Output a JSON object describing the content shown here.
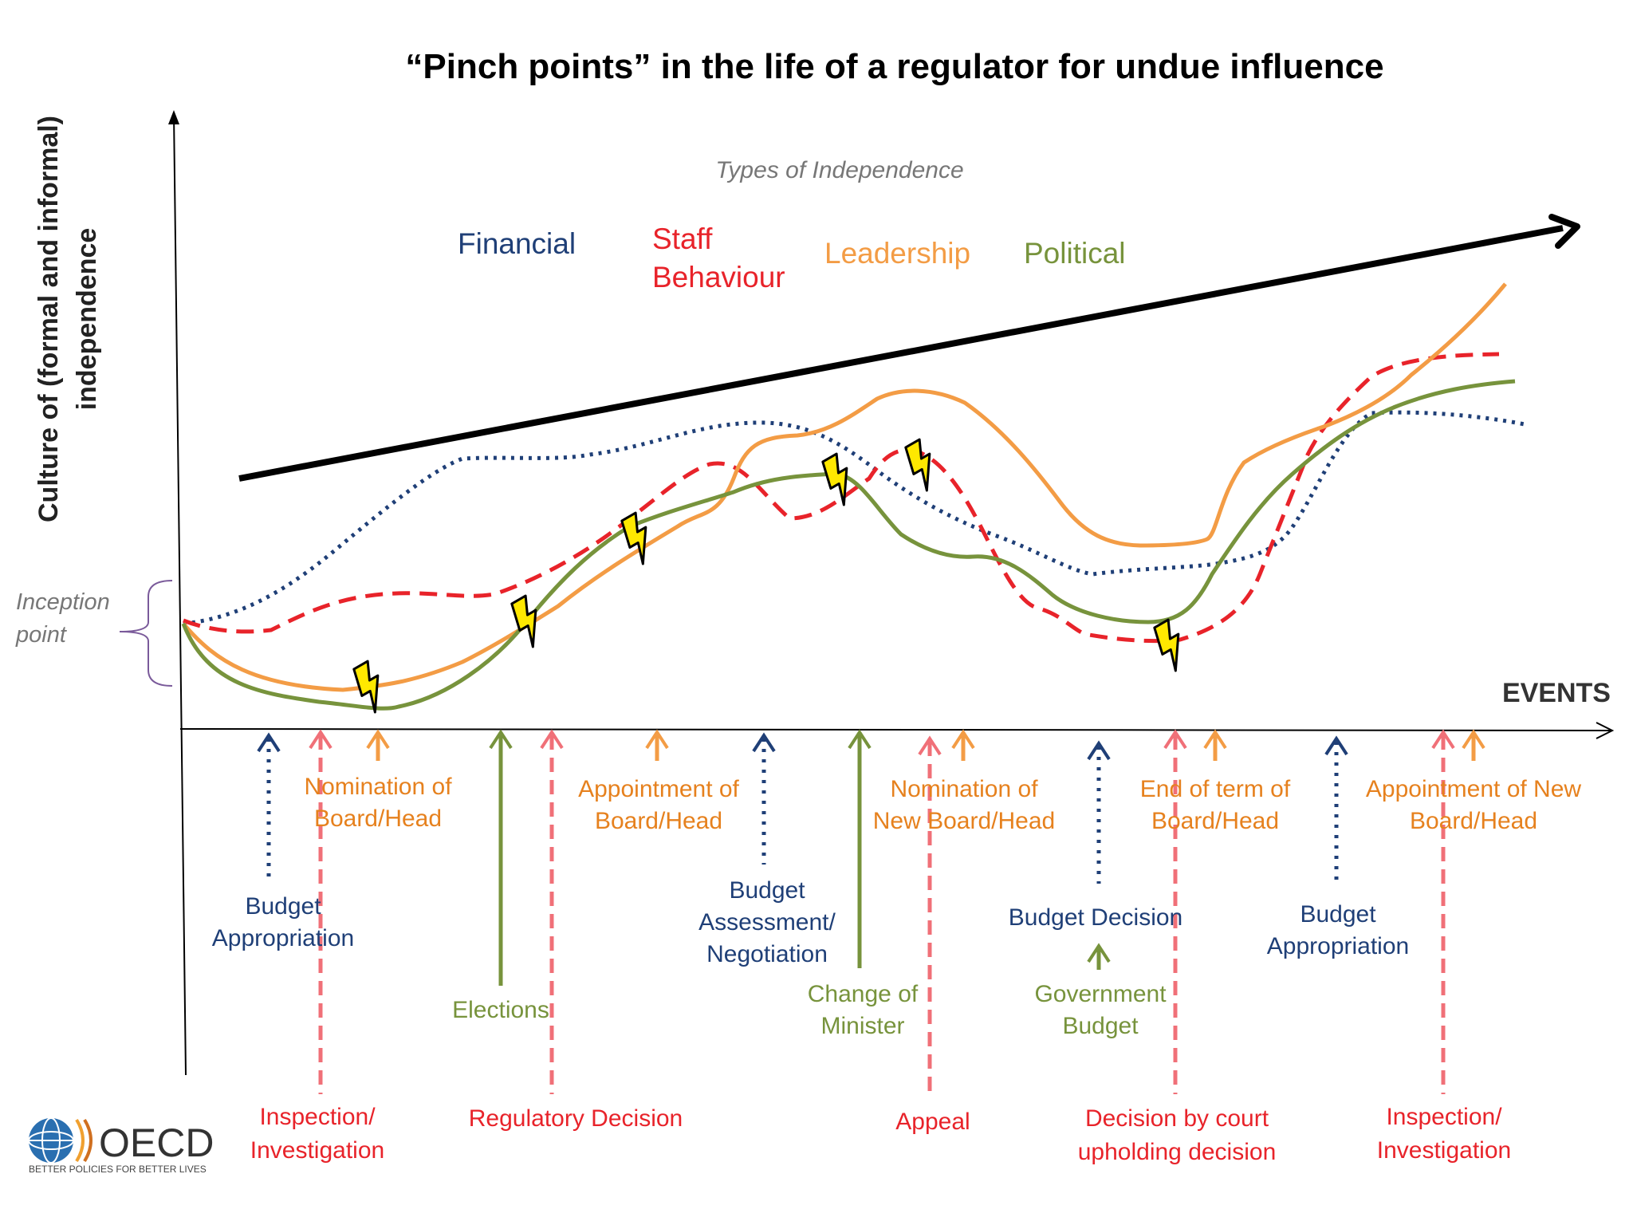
{
  "title": "“Pinch points” in the life of a regulator for undue influence",
  "y_axis_label": [
    "Culture of (formal and informal)",
    "independence"
  ],
  "x_axis_label": "EVENTS",
  "types_caption": "Types of Independence",
  "legend": {
    "financial": "Financial",
    "staff_line1": "Staff",
    "staff_line2": "Behaviour",
    "leadership": "Leadership",
    "political": "Political"
  },
  "inception": [
    "Inception",
    "point"
  ],
  "colors": {
    "financial": "#1f3f77",
    "staff": "#e8232a",
    "staff_arrow": "#f07078",
    "leadership": "#f39c45",
    "political": "#77933c",
    "axis": "#000000"
  },
  "events": {
    "nomination_board": [
      "Nomination of",
      "Board/Head"
    ],
    "budget_approp_1": [
      "Budget",
      "Appropriation"
    ],
    "inspection_1": [
      "Inspection/",
      "Investigation"
    ],
    "elections": "Elections",
    "appointment_board": [
      "Appointment of",
      "Board/Head"
    ],
    "regulatory_decision": "Regulatory Decision",
    "budget_assessment": [
      "Budget",
      "Assessment/",
      "Negotiation"
    ],
    "change_minister": [
      "Change of",
      "Minister"
    ],
    "nomination_new_board": [
      "Nomination of",
      "New Board/Head"
    ],
    "appeal": "Appeal",
    "budget_decision": "Budget Decision",
    "government_budget": [
      "Government",
      "Budget"
    ],
    "end_term": [
      "End of term of",
      "Board/Head"
    ],
    "court_decision": [
      "Decision by court",
      "upholding decision"
    ],
    "budget_approp_2": [
      "Budget",
      "Appropriation"
    ],
    "appointment_new_board": [
      "Appointment of New",
      "Board/Head"
    ],
    "inspection_2": [
      "Inspection/",
      "Investigation"
    ]
  },
  "logo": {
    "word": "OECD",
    "tagline": "BETTER POLICIES FOR BETTER LIVES"
  }
}
